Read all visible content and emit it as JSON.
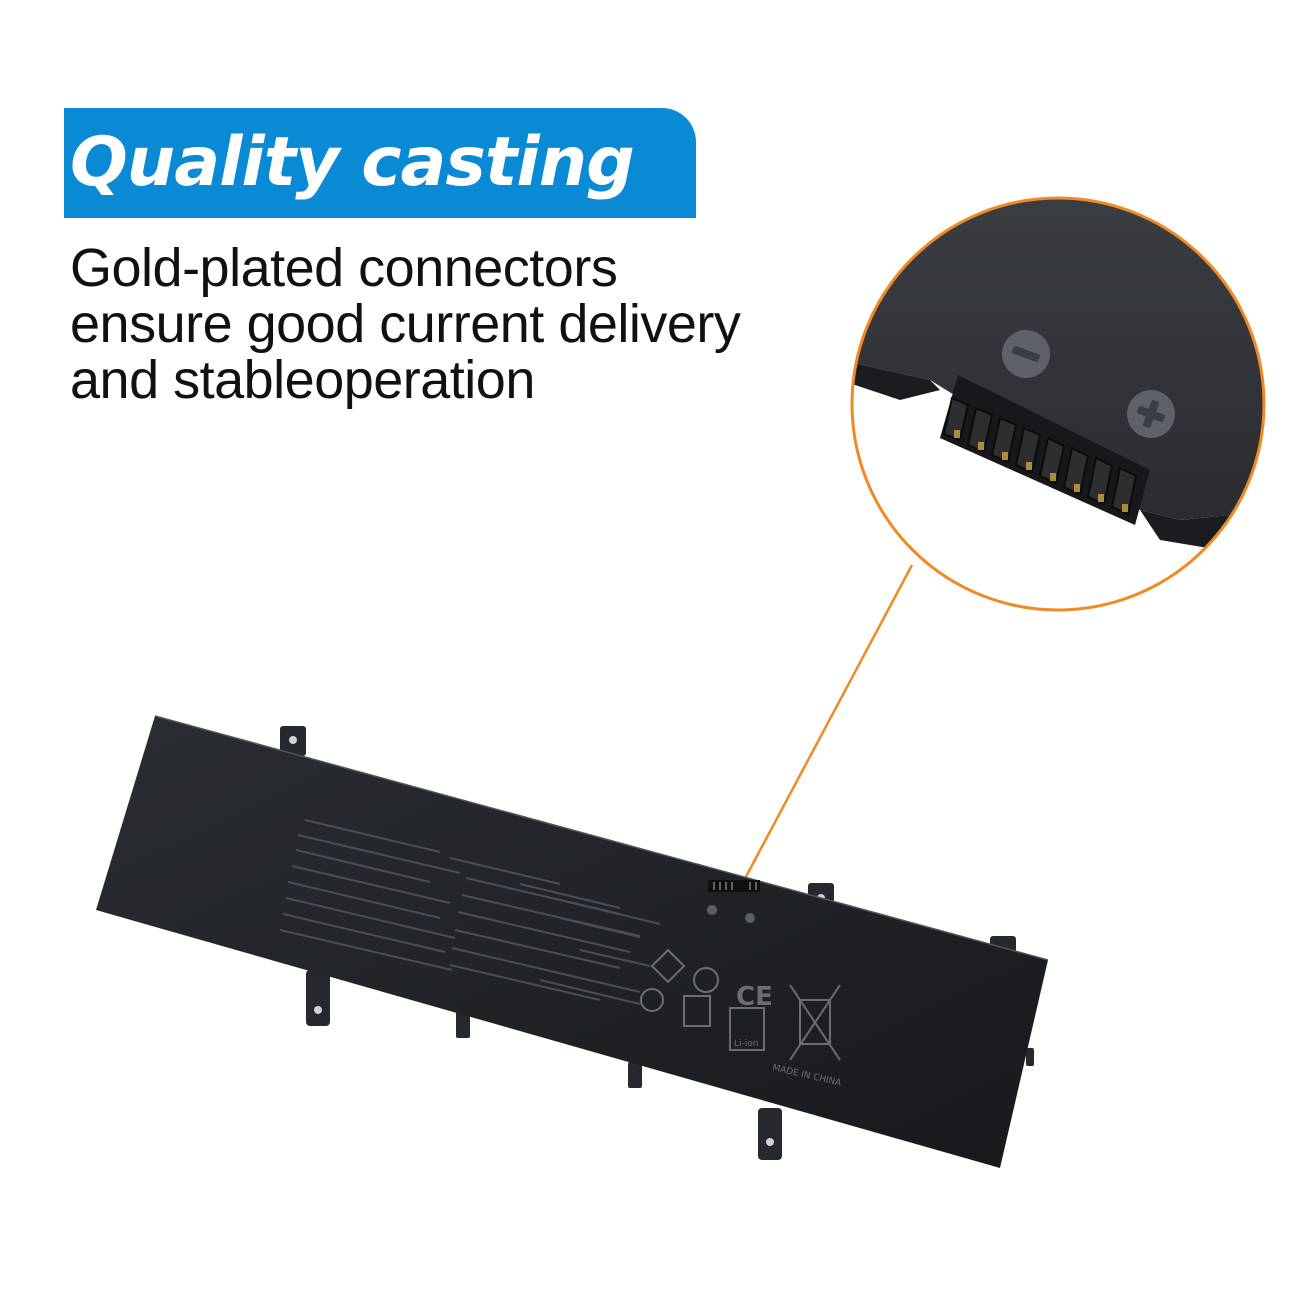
{
  "banner": {
    "title": "Quality casting",
    "color": "#0a8ad4"
  },
  "description": {
    "lines": [
      "Gold-plated connectors",
      "ensure good current delivery",
      "and stableoperation"
    ]
  },
  "callout": {
    "accent_color": "#f08a24",
    "minus_icon": "minus-icon",
    "plus_icon": "plus-icon"
  },
  "battery": {
    "color": "#1e2125",
    "made_in": "MADE IN CHINA",
    "ce_mark": "CE",
    "li_ion": "Li-ion"
  }
}
